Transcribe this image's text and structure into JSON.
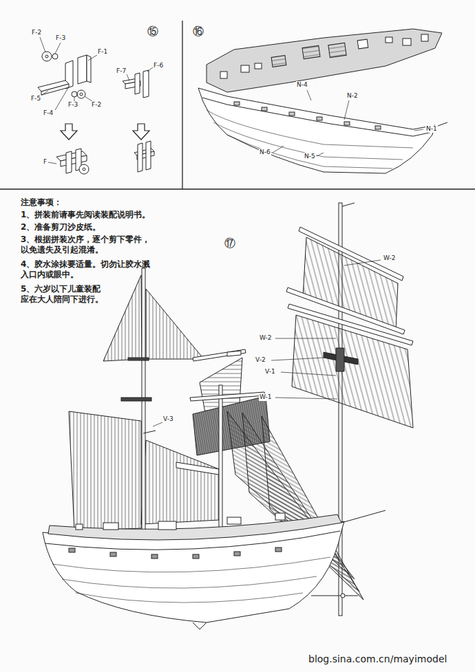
{
  "diagram": {
    "labels": [
      "⑮",
      "F-2",
      "F-3",
      "F-1",
      "F-5",
      "F-4",
      "F-3",
      "F-2",
      "F-7",
      "F-6",
      "F",
      "⑯",
      "N-4",
      "N-2",
      "N-1",
      "N-6",
      "N-5",
      "注意事项：",
      "1、拼装前请事先阅读装配说明书。",
      "2、准备剪刀沙皮纸。",
      "3、根据拼装次序，逐个剪下零件， 以免遗失及引起混淆。",
      "4、胶水涂抹要适量。切勿让胶水溅 入口内或眼中。",
      "5、六岁以下儿童装配 应在大人陪同下进行。",
      "⑰",
      "W-2",
      "W-2",
      "V-2",
      "V-1",
      "W-1",
      "V-3",
      "blog.sina.com.cn/mayimodel"
    ]
  }
}
